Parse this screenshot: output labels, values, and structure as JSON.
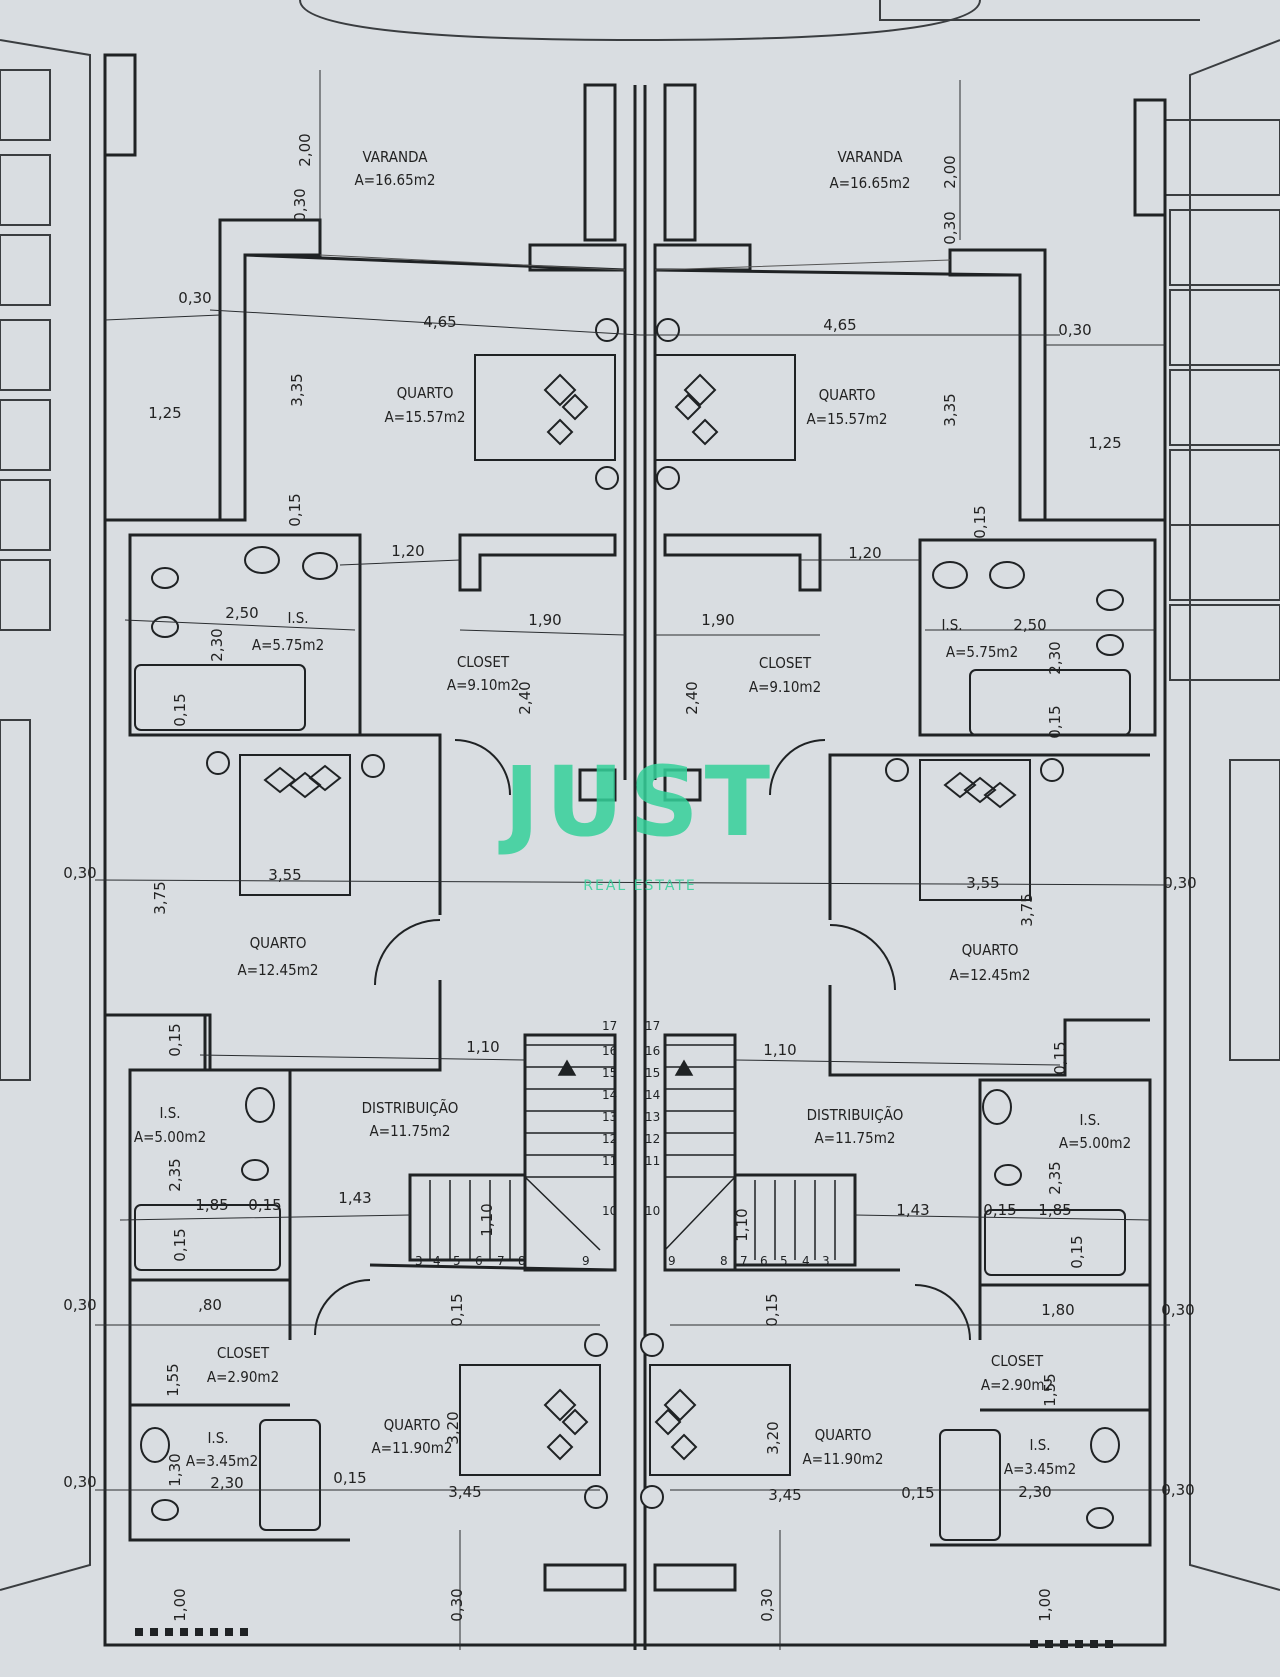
{
  "colors": {
    "paper": "#d9dde1",
    "line": "#1f2224",
    "watermark": "#35d19a"
  },
  "rooms_left": {
    "varanda": {
      "name": "VARANDA",
      "area": "A=16.65m2"
    },
    "quarto1": {
      "name": "QUARTO",
      "area": "A=15.57m2"
    },
    "is1": {
      "name": "I.S.",
      "area": "A=5.75m2"
    },
    "closet1": {
      "name": "CLOSET",
      "area": "A=9.10m2"
    },
    "quarto2": {
      "name": "QUARTO",
      "area": "A=12.45m2"
    },
    "is2": {
      "name": "I.S.",
      "area": "A=5.00m2"
    },
    "dist": {
      "name": "DISTRIBUIÇÃO",
      "area": "A=11.75m2"
    },
    "closet2": {
      "name": "CLOSET",
      "area": "A=2.90m2"
    },
    "is3": {
      "name": "I.S.",
      "area": "A=3.45m2"
    },
    "quarto3": {
      "name": "QUARTO",
      "area": "A=11.90m2"
    }
  },
  "rooms_right": {
    "varanda": {
      "name": "VARANDA",
      "area": "A=16.65m2"
    },
    "quarto1": {
      "name": "QUARTO",
      "area": "A=15.57m2"
    },
    "is1": {
      "name": "I.S.",
      "area": "A=5.75m2"
    },
    "closet1": {
      "name": "CLOSET",
      "area": "A=9.10m2"
    },
    "quarto2": {
      "name": "QUARTO",
      "area": "A=12.45m2"
    },
    "is2": {
      "name": "I.S.",
      "area": "A=5.00m2"
    },
    "dist": {
      "name": "DISTRIBUIÇÃO",
      "area": "A=11.75m2"
    },
    "closet2": {
      "name": "CLOSET",
      "area": "A=2.90m2"
    },
    "is3": {
      "name": "I.S.",
      "area": "A=3.45m2"
    },
    "quarto3": {
      "name": "QUARTO",
      "area": "A=11.90m2"
    }
  },
  "dims": {
    "d200": "2,00",
    "d030": "0,30",
    "d465": "4,65",
    "d335": "3,35",
    "d125": "1,25",
    "d015": "0,15",
    "d120": "1,20",
    "d250": "2,50",
    "d230": "2,30",
    "d190": "1,90",
    "d240": "2,40",
    "d355": "3,55",
    "d375": "3,75",
    "d110": "1,10",
    "d235": "2,35",
    "d185": "1,85",
    "d143": "1,43",
    "d180": "1,80",
    "d180b": ",80",
    "d155": "1,55",
    "d320": "3,20",
    "d345": "3,45",
    "d100": "1,00",
    "d130": "1,30"
  },
  "stairs": [
    "3",
    "4",
    "5",
    "6",
    "7",
    "8",
    "9",
    "10",
    "11",
    "12",
    "13",
    "14",
    "15",
    "16",
    "17"
  ],
  "watermark": {
    "brand": "JUST",
    "tagline": "REAL ESTATE"
  }
}
